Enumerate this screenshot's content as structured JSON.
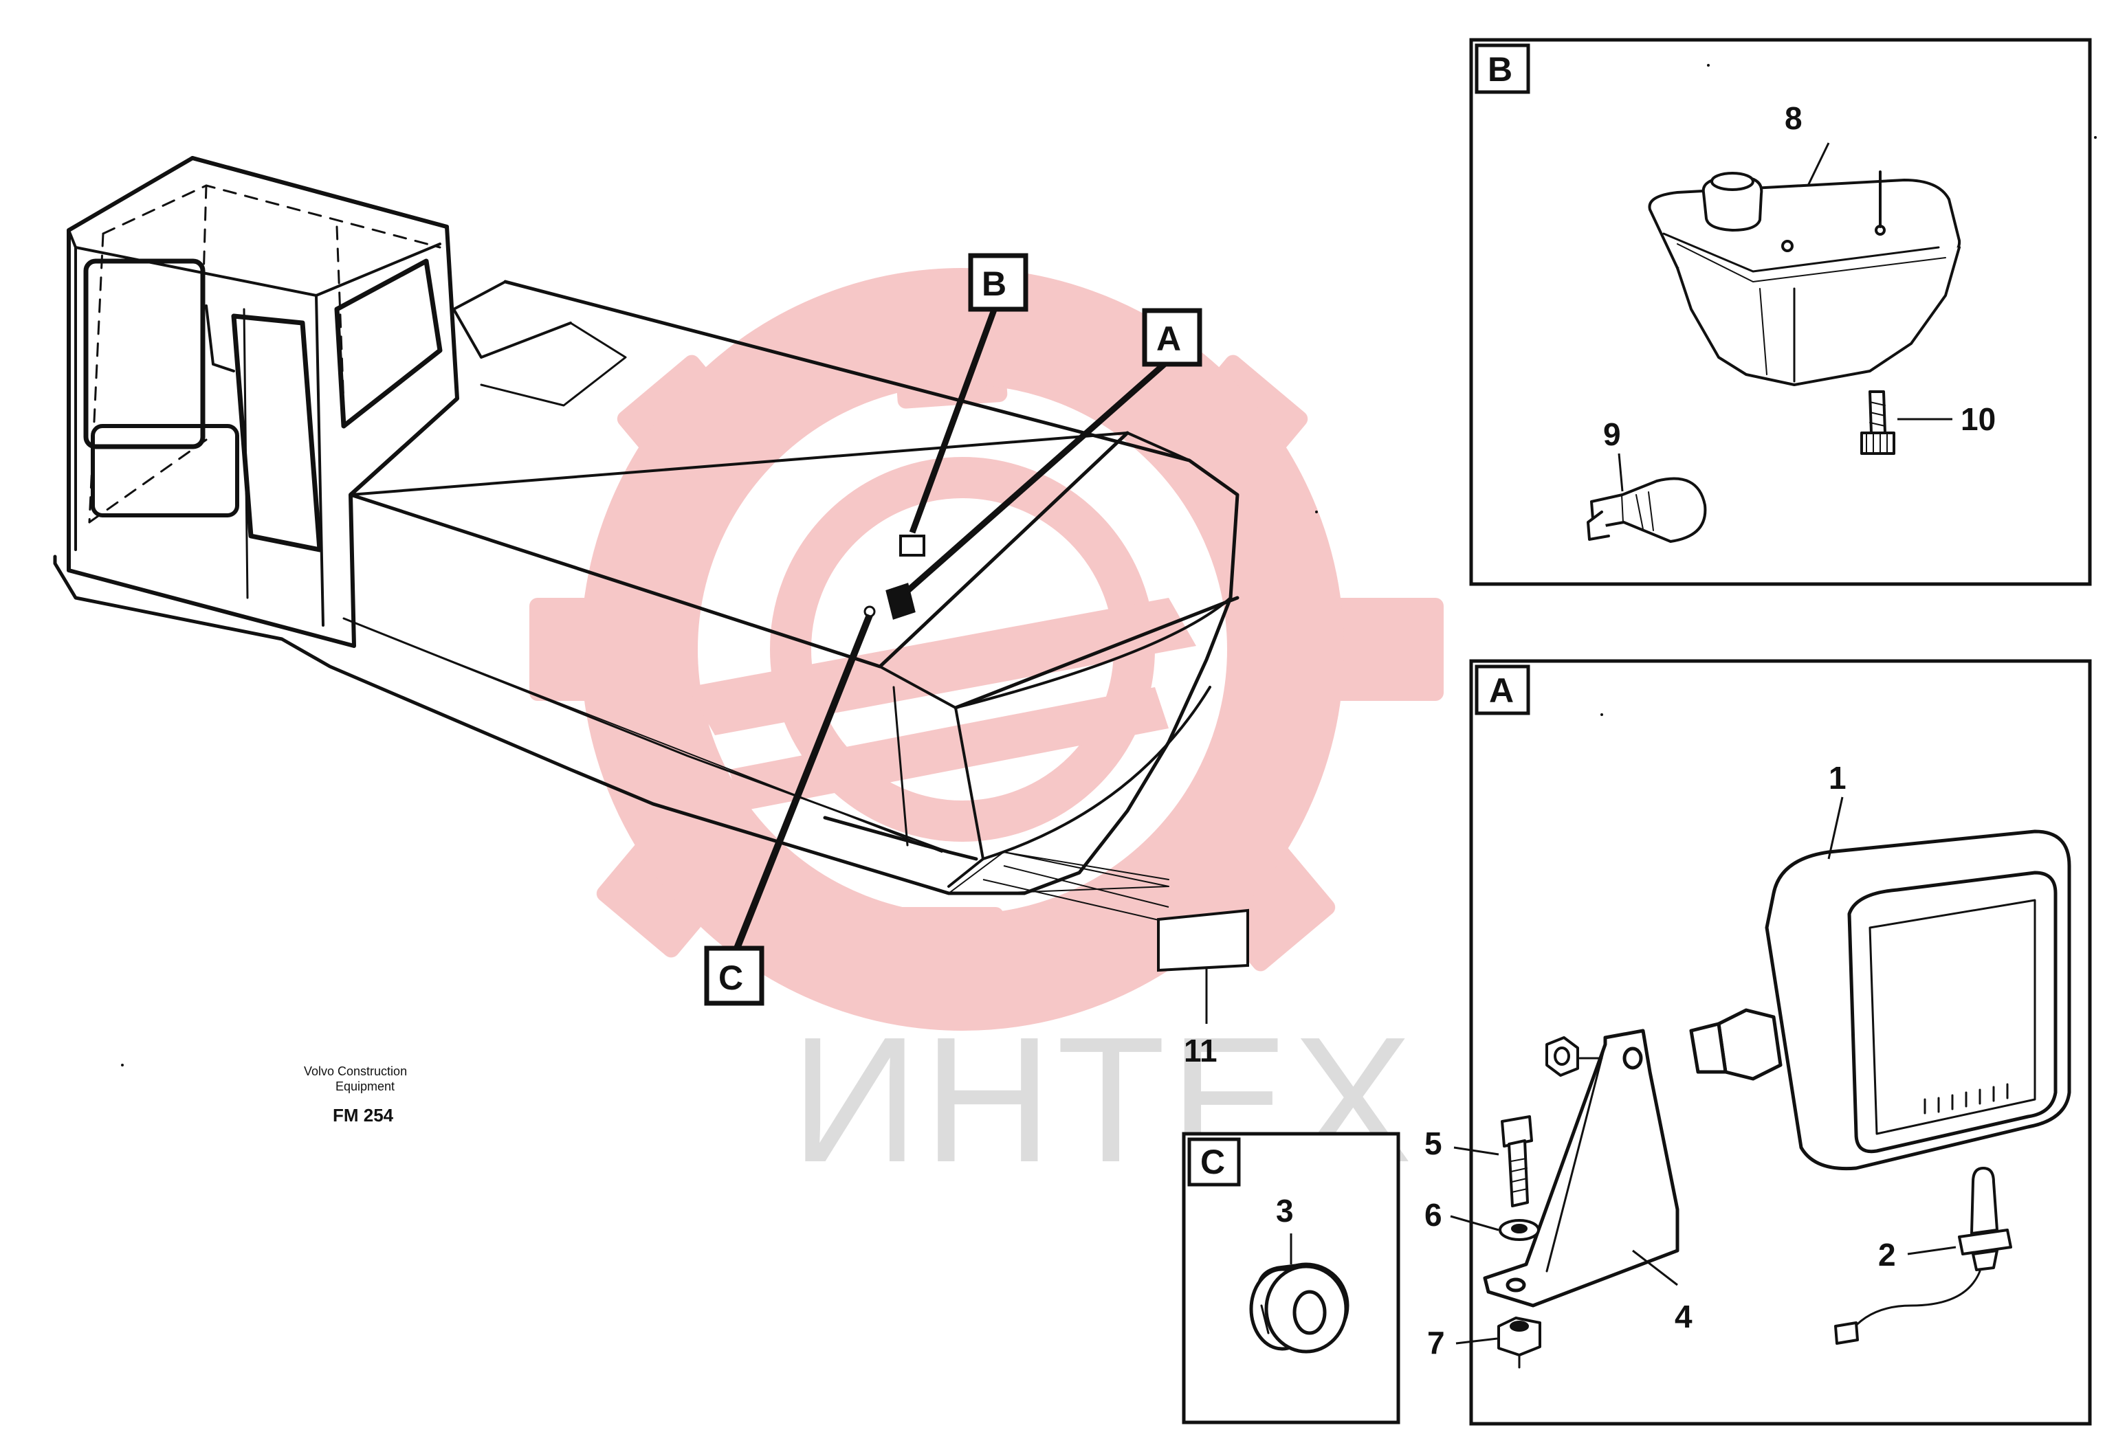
{
  "watermark": {
    "text": "ИНТЕХ",
    "gear_color": "#f4b8b8",
    "text_color": "#d9d9d9"
  },
  "caption": {
    "line1": "Volvo Construction",
    "line2": "Equipment",
    "code": "FM 254"
  },
  "callouts": {
    "A": "A",
    "B": "B",
    "C": "C"
  },
  "detail_boxes": {
    "B": {
      "label": "B"
    },
    "A": {
      "label": "A"
    },
    "C": {
      "label": "C"
    }
  },
  "parts": {
    "p1": "1",
    "p2": "2",
    "p3": "3",
    "p4": "4",
    "p5": "5",
    "p6": "6",
    "p7": "7",
    "p8": "8",
    "p9": "9",
    "p10": "10",
    "p11": "11"
  }
}
